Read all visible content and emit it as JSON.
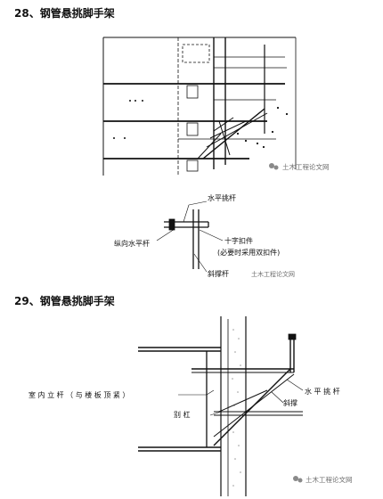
{
  "sections": [
    {
      "title": "28、钢管悬挑脚手架"
    },
    {
      "title": "29、钢管悬挑脚手架"
    }
  ],
  "labels": {
    "horizontal_cantilever": "水平挑杆",
    "longitudinal_bar": "纵向水平杆",
    "cross_fastener_line1": "十字扣件",
    "cross_fastener_line2": "(必要时采用双扣件)",
    "diagonal_brace": "斜撑杆",
    "indoor_pole": "室 内 立 杆 （ 与 楼 板 顶 紧 ）",
    "horizontal_cantilever_2": "水 平 挑 杆",
    "prying_bar": "别 杠",
    "diagonal_brace_2": "斜撑"
  },
  "watermarks": [
    {
      "text": "土木工程论文网"
    },
    {
      "text": "土木工程论文网"
    },
    {
      "text": "土木工程论文网"
    }
  ],
  "colors": {
    "line": "#111111",
    "watermark": "#6f6f6f",
    "background": "#ffffff"
  }
}
